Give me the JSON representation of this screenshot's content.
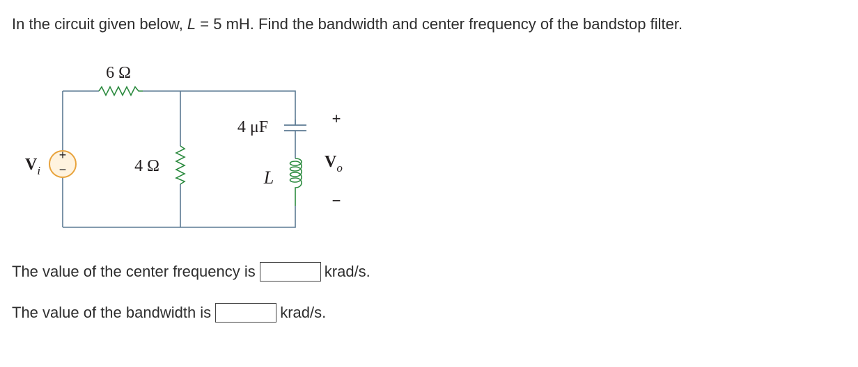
{
  "question": {
    "prefix": "In the circuit given below, ",
    "variable": "L",
    "suffix": " = 5 mH. Find the bandwidth and center frequency of the bandstop filter."
  },
  "circuit": {
    "resistor_series_label": "6 Ω",
    "resistor_shunt_label": "4 Ω",
    "capacitor_label": "4 μF",
    "inductor_label": "L",
    "source_label": "V",
    "source_subscript": "i",
    "output_label": "V",
    "output_subscript": "o",
    "output_plus": "+",
    "output_minus": "−",
    "source_plus": "+",
    "source_minus": "−"
  },
  "answers": {
    "center_frequency": {
      "prompt": "The value of the center frequency is",
      "value": "",
      "unit": "krad/s."
    },
    "bandwidth": {
      "prompt": "The value of the bandwidth is",
      "value": "",
      "unit": "krad/s."
    }
  },
  "colors": {
    "wire": "#5b7a93",
    "source_ring": "#e8a33c",
    "component": "#231f20",
    "text": "#2d2d2d"
  }
}
